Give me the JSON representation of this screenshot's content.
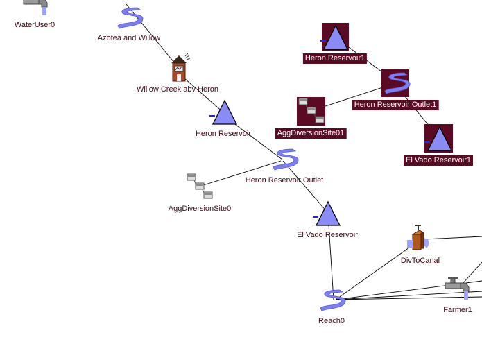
{
  "nodes": {
    "water_user0": "WaterUser0",
    "azotea_willow": "Azotea and Willow",
    "willow_creek": "Willow Creek abv Heron",
    "heron_reservoir": "Heron Reservoir",
    "heron_reservoir_outlet": "Heron Reservoir Outlet",
    "agg_diversion_site0": "AggDiversionSite0",
    "el_vado_reservoir": "El Vado Reservoir",
    "reach0": "Reach0",
    "div_to_canal": "DivToCanal",
    "farmer1": "Farmer1",
    "heron_reservoir1": "Heron Reservoir1",
    "heron_reservoir_outlet1": "Heron Reservoir Outlet1",
    "agg_diversion_site01": "AggDiversionSite01",
    "el_vado_reservoir1": "El Vado Reservoir1"
  },
  "selected_nodes": [
    "Heron Reservoir1",
    "Heron Reservoir Outlet1",
    "AggDiversionSite01",
    "El Vado Reservoir1"
  ],
  "colors": {
    "reservoir_fill": "#8a8cf5",
    "reach_fill": "#7d7ff0",
    "selection": "#5c0a24",
    "label_text": "#3a0a14",
    "link": "#000000"
  }
}
